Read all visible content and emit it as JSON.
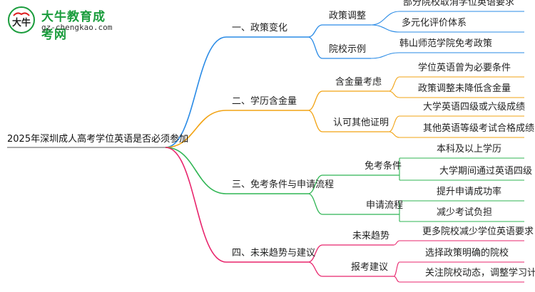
{
  "logo": {
    "title": "大牛教育成考网",
    "url": "gz-chengkao.com",
    "mark_text": "大牛"
  },
  "root": "2025年深圳成人高考学位英语是否必须参加",
  "colors": {
    "blue": "#2a8be6",
    "orange": "#f2a313",
    "green": "#2fb553",
    "pink": "#e8246c",
    "brand": "#1a9c3c",
    "root_line": "#555555"
  },
  "branches": [
    {
      "label": "一、政策变化",
      "color": "blue",
      "children": [
        {
          "label": "政策调整",
          "leaves": [
            "部分院校取消学位英语要求",
            "多元化评价体系"
          ]
        },
        {
          "label": "院校示例",
          "leaves": [
            "韩山师范学院免考政策"
          ]
        }
      ]
    },
    {
      "label": "二、学历含金量",
      "color": "orange",
      "children": [
        {
          "label": "含金量考虑",
          "leaves": [
            "学位英语曾为必要条件",
            "政策调整未降低含金量"
          ]
        },
        {
          "label": "认可其他证明",
          "leaves": [
            "大学英语四级或六级成绩",
            "其他英语等级考试合格成绩"
          ]
        }
      ]
    },
    {
      "label": "三、免考条件与申请流程",
      "color": "green",
      "children": [
        {
          "label": "免考条件",
          "leaves": [
            "本科及以上学历",
            "大学期间通过英语四级"
          ]
        },
        {
          "label": "申请流程",
          "leaves": [
            "提升申请成功率",
            "减少考试负担"
          ]
        }
      ]
    },
    {
      "label": "四、未来趋势与建议",
      "color": "pink",
      "children": [
        {
          "label": "未来趋势",
          "leaves": [
            "更多院校减少学位英语要求"
          ]
        },
        {
          "label": "报考建议",
          "leaves": [
            "选择政策明确的院校",
            "关注院校动态，调整学习计划"
          ]
        }
      ]
    }
  ]
}
